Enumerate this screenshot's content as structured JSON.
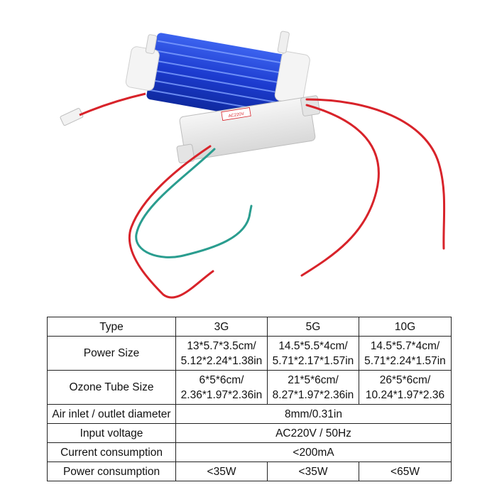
{
  "product_image": {
    "driver_label": "AC220V",
    "colors": {
      "tube_blue": "#1f3fcf",
      "driver_body": "#ececec",
      "wire_red": "#d8232a",
      "wire_green": "#2a9d8f"
    }
  },
  "spec_table": {
    "rows": [
      {
        "label": "Type",
        "cells": [
          [
            "3G"
          ],
          [
            "5G"
          ],
          [
            "10G"
          ]
        ]
      },
      {
        "label": "Power Size",
        "cells": [
          [
            "13*5.7*3.5cm/",
            "5.12*2.24*1.38in"
          ],
          [
            "14.5*5.5*4cm/",
            "5.71*2.17*1.57in"
          ],
          [
            "14.5*5.7*4cm/",
            "5.71*2.24*1.57in"
          ]
        ]
      },
      {
        "label": "Ozone Tube Size",
        "cells": [
          [
            "6*5*6cm/",
            "2.36*1.97*2.36in"
          ],
          [
            "21*5*6cm/",
            "8.27*1.97*2.36in"
          ],
          [
            "26*5*6cm/",
            "10.24*1.97*2.36"
          ]
        ]
      },
      {
        "label": "Air inlet / outlet diameter",
        "merged": "8mm/0.31in"
      },
      {
        "label": "Input voltage",
        "merged": "AC220V / 50Hz"
      },
      {
        "label": "Current consumption",
        "merged": "<200mA"
      },
      {
        "label": "Power consumption",
        "cells": [
          [
            "<35W"
          ],
          [
            "<35W"
          ],
          [
            "<65W"
          ]
        ]
      }
    ]
  }
}
